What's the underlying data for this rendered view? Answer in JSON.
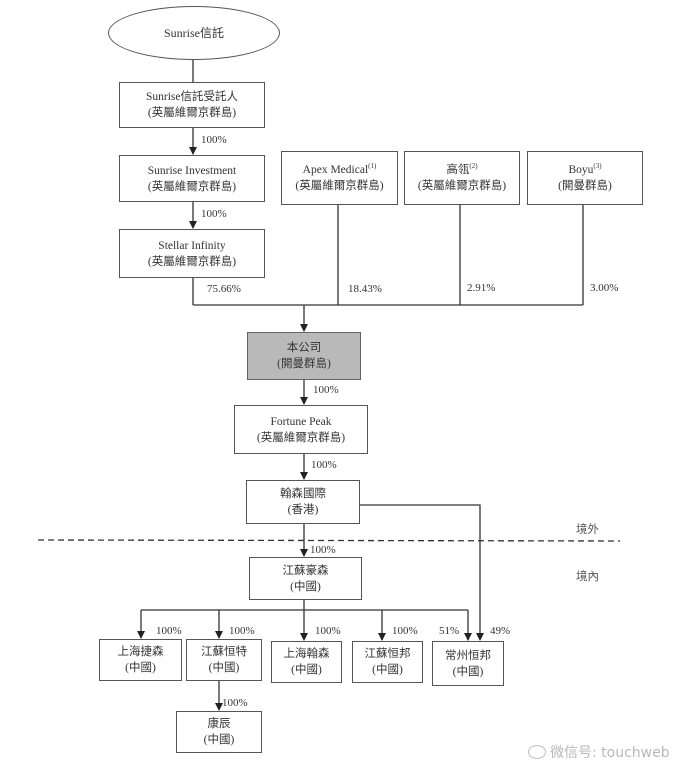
{
  "diagram": {
    "type": "ownership-structure",
    "nodes": {
      "trust": {
        "name": "Sunrise信託"
      },
      "trustee": {
        "name": "Sunrise信託受託人",
        "jurisdiction": "(英屬維爾京群島)"
      },
      "sunrise_investment": {
        "name": "Sunrise Investment",
        "jurisdiction": "(英屬維爾京群島)"
      },
      "stellar_infinity": {
        "name": "Stellar Infinity",
        "jurisdiction": "(英屬維爾京群島)"
      },
      "apex_medical": {
        "name": "Apex Medical",
        "note": "(1)",
        "jurisdiction": "(英屬維爾京群島)"
      },
      "gaoling": {
        "name": "高瓴",
        "note": "(2)",
        "jurisdiction": "(英屬維爾京群島)"
      },
      "boyu": {
        "name": "Boyu",
        "note": "(3)",
        "jurisdiction": "(開曼群島)"
      },
      "company": {
        "name": "本公司",
        "jurisdiction": "(開曼群島)"
      },
      "fortune_peak": {
        "name": "Fortune Peak",
        "jurisdiction": "(英屬維爾京群島)"
      },
      "hansen_intl": {
        "name": "翰森國際",
        "jurisdiction": "(香港)"
      },
      "jiangsu_haosen": {
        "name": "江蘇豪森",
        "jurisdiction": "(中國)"
      },
      "shanghai_jiesen": {
        "name": "上海捷森",
        "jurisdiction": "(中國)"
      },
      "jiangsu_hengte": {
        "name": "江蘇恒特",
        "jurisdiction": "(中國)"
      },
      "shanghai_hansen": {
        "name": "上海翰森",
        "jurisdiction": "(中國)"
      },
      "jiangsu_hengbang": {
        "name": "江蘇恒邦",
        "jurisdiction": "(中國)"
      },
      "changzhou_hengbang": {
        "name": "常州恒邦",
        "jurisdiction": "(中國)"
      },
      "kangchen": {
        "name": "康辰",
        "jurisdiction": "(中國)"
      }
    },
    "edges": {
      "trustee_to_investment": "100%",
      "investment_to_stellar": "100%",
      "stellar_to_company": "75.66%",
      "apex_to_company": "18.43%",
      "gaoling_to_company": "2.91%",
      "boyu_to_company": "3.00%",
      "company_to_fortune": "100%",
      "fortune_to_hansen": "100%",
      "hansen_to_haosen": "100%",
      "haosen_to_jiesen": "100%",
      "haosen_to_hengte": "100%",
      "haosen_to_shanghai_hansen": "100%",
      "haosen_to_hengbang": "100%",
      "haosen_to_changzhou": "51%",
      "hansen_to_changzhou": "49%",
      "hengte_to_kangchen": "100%"
    },
    "zones": {
      "offshore": "境外",
      "onshore": "境內"
    }
  },
  "watermark": {
    "text": "微信号: touchweb"
  }
}
